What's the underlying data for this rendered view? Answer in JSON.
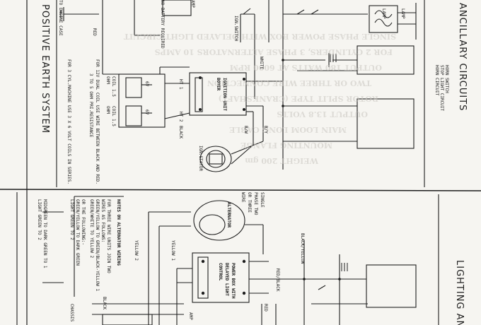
{
  "titles": {
    "ancillary": "ANCILLARY CIRCUITS",
    "lighting": "LIGHTING AND",
    "positive_earth": "POSITIVE EARTH SYSTEM"
  },
  "labels": {
    "horn_switch": "HORN SWITCH",
    "stop_light_circuit": "STOP LIGHT CIRCUIT",
    "horn_circuit": "HORN CIRCUIT",
    "lamp_1": "LAMP",
    "lamp_2": "LAMP",
    "white": "WHITE",
    "ign_switch": "IGN.SWITCH",
    "red": "RED",
    "no_battery": "NO BATTERY REQUIRED",
    "amp_top": "AMP",
    "engine_case": "TO ENGINE CASE",
    "ignition_unit": "IGNITION UNIT BOYER",
    "ht1": "HT 1",
    "ht2": "HT 2",
    "black": "BLACK",
    "bw": "B/W",
    "by": "B/Y",
    "ign_stator": "IGN.STATOR",
    "coil_1": "COIL 1.5 OHM",
    "coil_2": "COIL 1.5 OHM",
    "v6_1": "6V",
    "v6_2": "6V",
    "note_12v": "FOR 12V DUAL COIL USE WIRE BETWEEN BLACK AND RED.",
    "note_12v_b": "3 TO 5 OHM PRI.RESISTANCE",
    "note_3cyl": "FOR 3 CYL.MACHINE USE 3 X 6 VOLT COILS IN SERIES.",
    "single_phase": "SINGLE PHASE TWO OR THREE WIRE",
    "alternator": "ALTERNATOR",
    "yellow_1": "YELLOW 1",
    "yellow_2": "YELLOW 2",
    "power_box": "POWER BOX WITH DELAYED LIGHT CONTROL",
    "black_yellow": "BLACK/YELLOW",
    "red_black": "RED/BLACK",
    "red_bottom": "RED",
    "black_bottom": "BLACK",
    "chassis": "CHASSIS",
    "amp_bottom": "AMP",
    "notes_title": "NOTES ON ALTERNATOR WIRING",
    "notes_1": "FOR THREE WIRE UNITS JOIN TWO",
    "notes_2": "WIRES AS FOLLOWS:",
    "notes_3": "GREEN/YELLOW TO GREEN/BLACK-YELLOW 1",
    "notes_4": "GREEN/WHITE TO YELLOW 2",
    "notes_5": "OR THE FOLLOWING:-",
    "notes_6": "GREEN/YELLOW TO DARK GREEN",
    "notes_7": "LIGHT GREEN TO 2",
    "notes_8": "MIDGREEN TO DARK GREEN TO 1",
    "notes_9": "LIGHT GREEN TO 2"
  },
  "bleed_through": [
    "SINGLE PHASE POWER BOX WITH DELAYED LIGHT CIRCUIT",
    "FOR 2 CYLINDERS, 3 PHASE ALTERNATORS 10 AMPS",
    "OUTPUT 180 WATTS AT 6000 RPM",
    "TWO OR THREE WIRE CONNECTION",
    "ROTOR SPLIT TYPE (CRANKSHAFT)",
    "OUTPUT 13.8 VOLTS",
    "MAIN LOOM LONG CABLE",
    "MOUNTING FLANGE",
    "WEIGHT 200 gm"
  ]
}
